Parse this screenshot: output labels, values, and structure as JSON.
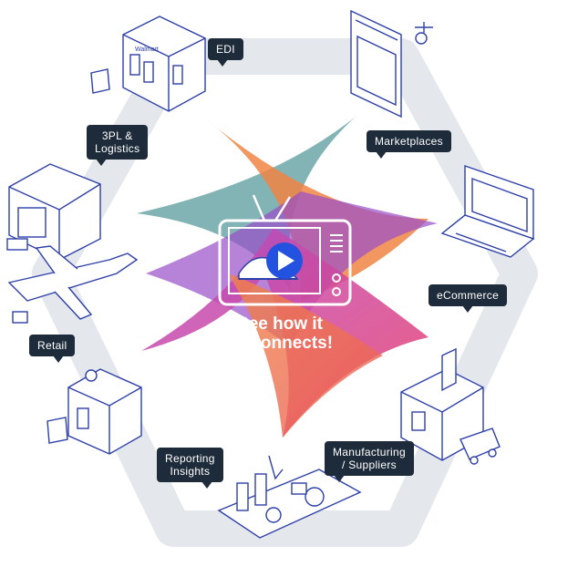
{
  "headline": {
    "line1": "See how it",
    "line2": "all connects!"
  },
  "nodes": {
    "edi": "EDI",
    "marketplaces": "Marketplaces",
    "ecommerce": "eCommerce",
    "manufacturing_line1": "Manufacturing",
    "manufacturing_line2": "/ Suppliers",
    "reporting_line1": "Reporting",
    "reporting_line2": "Insights",
    "retail": "Retail",
    "logistics_line1": "3PL &",
    "logistics_line2": "Logistics"
  },
  "store_sign": "Walmart",
  "colors": {
    "callout_bg": "#1e2b3a",
    "line_art": "#2d3fa8",
    "hexagon": "#e4e8ec",
    "teal": "#5f9ea0",
    "orange": "#f07a35",
    "purple": "#8e3fc4",
    "magenta": "#d9307a",
    "play_button": "#2452e0"
  },
  "icons": [
    "video-play-icon",
    "tv-icon",
    "shoe-icon"
  ]
}
